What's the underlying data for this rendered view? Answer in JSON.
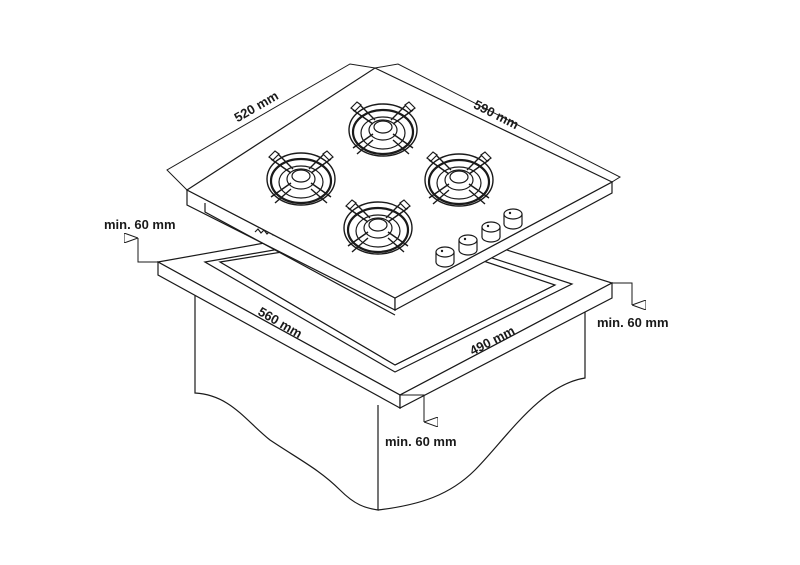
{
  "diagram": {
    "type": "installation-drawing",
    "subject": "built-in gas hob with 4 burners over countertop cutout",
    "line_color": "#1a1a1a",
    "background": "#ffffff",
    "hob": {
      "burners": 4,
      "knobs": 4,
      "width_label": "590 mm",
      "depth_label": "520 mm"
    },
    "cutout": {
      "width_label": "560 mm",
      "depth_label": "490 mm"
    },
    "clearances": {
      "back_label": "min. 60 mm",
      "right_label": "min. 60 mm",
      "front_label": "min. 60 mm"
    }
  }
}
